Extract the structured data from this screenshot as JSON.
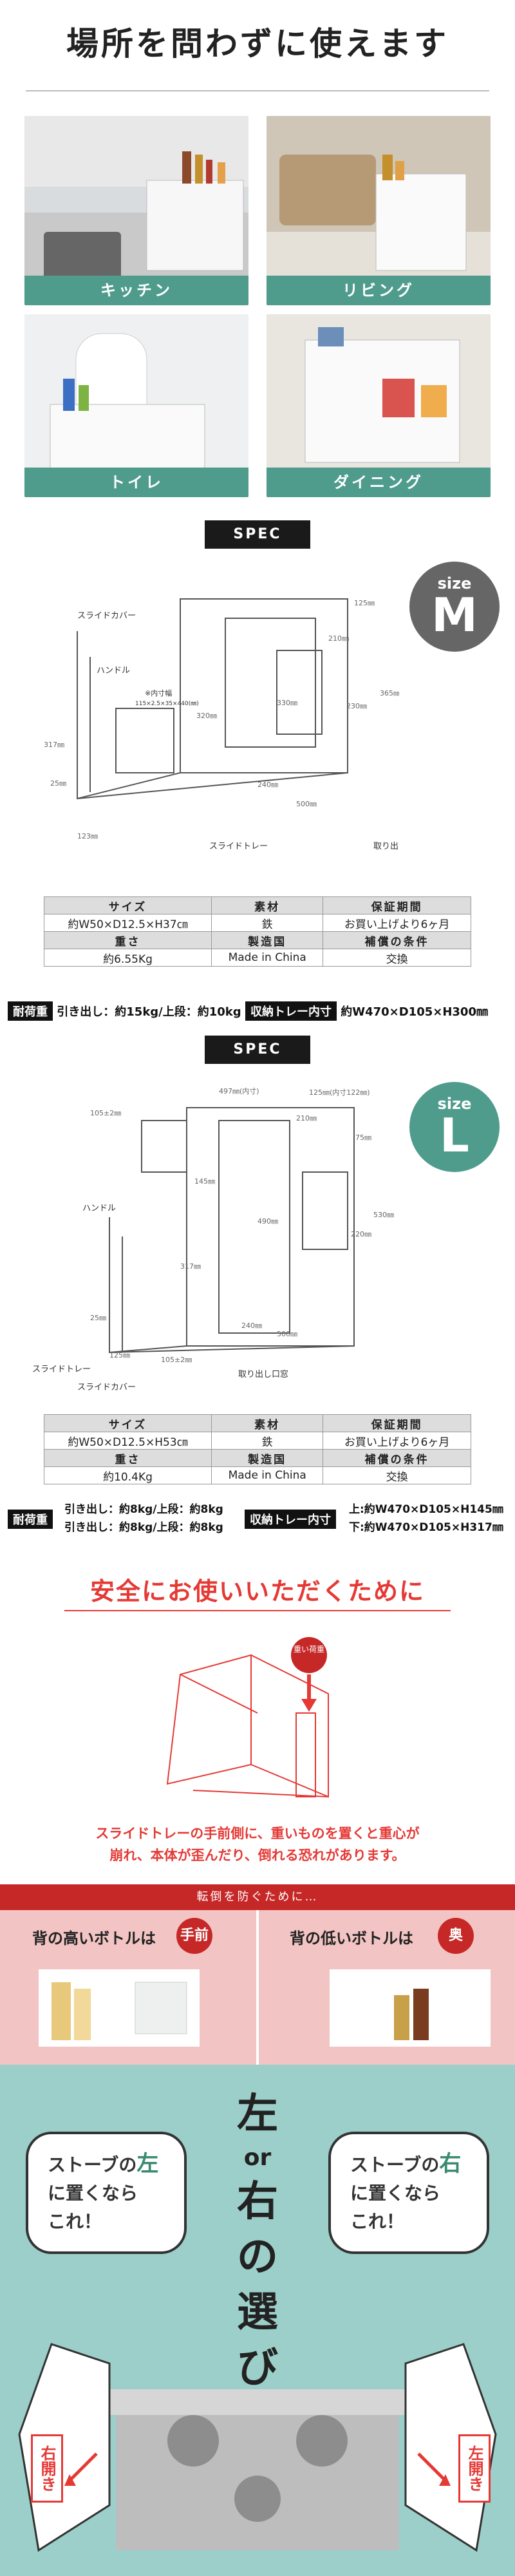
{
  "header": {
    "title": "場所を問わずに使えます"
  },
  "places": [
    {
      "label": "キッチン"
    },
    {
      "label": "リビング"
    },
    {
      "label": "トイレ"
    },
    {
      "label": "ダイニング"
    }
  ],
  "spec_m": {
    "badge": "SPEC",
    "size_word": "size",
    "size_letter": "M",
    "diagram_labels": {
      "slide_cover": "スライドカバー",
      "handle": "ハンドル",
      "inner_note": "※内寸幅",
      "inner_note2": "115×2.5×35×440(㎜)",
      "slide_tray": "スライドトレー",
      "window": "取り出し口窓",
      "d125": "125㎜",
      "d210": "210㎜",
      "d320": "320㎜",
      "d330": "330㎜",
      "d230": "230㎜",
      "d365": "365㎜",
      "d317": "317㎜",
      "d25": "25㎜",
      "d240": "240㎜",
      "d500": "500㎜",
      "d123": "123㎜"
    },
    "table": {
      "h1": [
        "サイズ",
        "素材",
        "保証期間"
      ],
      "r1": [
        "約W50×D12.5×H37㎝",
        "鉄",
        "お買い上げより6ヶ月"
      ],
      "h2": [
        "重さ",
        "製造国",
        "補償の条件"
      ],
      "r2": [
        "約6.55Kg",
        "Made in China",
        "交換"
      ]
    },
    "load_label": "耐荷重",
    "load_text": "引き出し：約15kg/上段：約10kg",
    "tray_label": "収納トレー内寸",
    "tray_text": "約W470×D105×H300㎜"
  },
  "spec_l": {
    "badge": "SPEC",
    "size_word": "size",
    "size_letter": "L",
    "diagram_labels": {
      "handle": "ハンドル",
      "slide_tray": "スライドトレー",
      "slide_cover": "スライドカバー",
      "window": "取り出し口窓",
      "d105": "105±2㎜",
      "d497": "497㎜(内寸)",
      "d125": "125㎜(内寸122㎜)",
      "d210": "210㎜",
      "d75": "75㎜",
      "d145": "145㎜",
      "d490": "490㎜",
      "d530": "530㎜",
      "d220": "220㎜",
      "d317": "317㎜",
      "d240": "240㎜",
      "d25": "25㎜",
      "d500": "500㎜",
      "d125b": "125㎜",
      "d105b": "105±2㎜"
    },
    "table": {
      "h1": [
        "サイズ",
        "素材",
        "保証期間"
      ],
      "r1": [
        "約W50×D12.5×H53㎝",
        "鉄",
        "お買い上げより6ヶ月"
      ],
      "h2": [
        "重さ",
        "製造国",
        "補償の条件"
      ],
      "r2": [
        "約10.4Kg",
        "Made in China",
        "交換"
      ]
    },
    "load_label": "耐荷重",
    "load_line1": "引き出し：約8kg/上段：約8kg",
    "load_line2": "引き出し：約8kg/上段：約8kg",
    "tray_label": "収納トレー内寸",
    "tray_line1": "上:約W470×D105×H145㎜",
    "tray_line2": "下:約W470×D105×H317㎜"
  },
  "safety": {
    "title": "安全にお使いいただくために",
    "heavy_tag": "重い荷重",
    "text_line1": "スライドトレーの手前側に、重いものを置くと重心が",
    "text_line2": "崩れ、本体が歪んだり、倒れる恐れがあります。"
  },
  "tip": {
    "band": "転倒を防ぐために…",
    "left_head": "背の高いボトルは",
    "left_badge": "手前",
    "right_head": "背の低いボトルは",
    "right_badge": "奥"
  },
  "choose": {
    "vertical_title": [
      "左",
      "or",
      "右",
      "の",
      "選",
      "び",
      "方"
    ],
    "left_bubble": {
      "l1a": "ストーブの",
      "l1b": "左",
      "l2": "に置くなら",
      "l3": "これ！"
    },
    "right_bubble": {
      "l1a": "ストーブの",
      "l1b": "右",
      "l2": "に置くなら",
      "l3": "これ！"
    },
    "left_tag": "右開き",
    "right_tag": "左開き"
  }
}
